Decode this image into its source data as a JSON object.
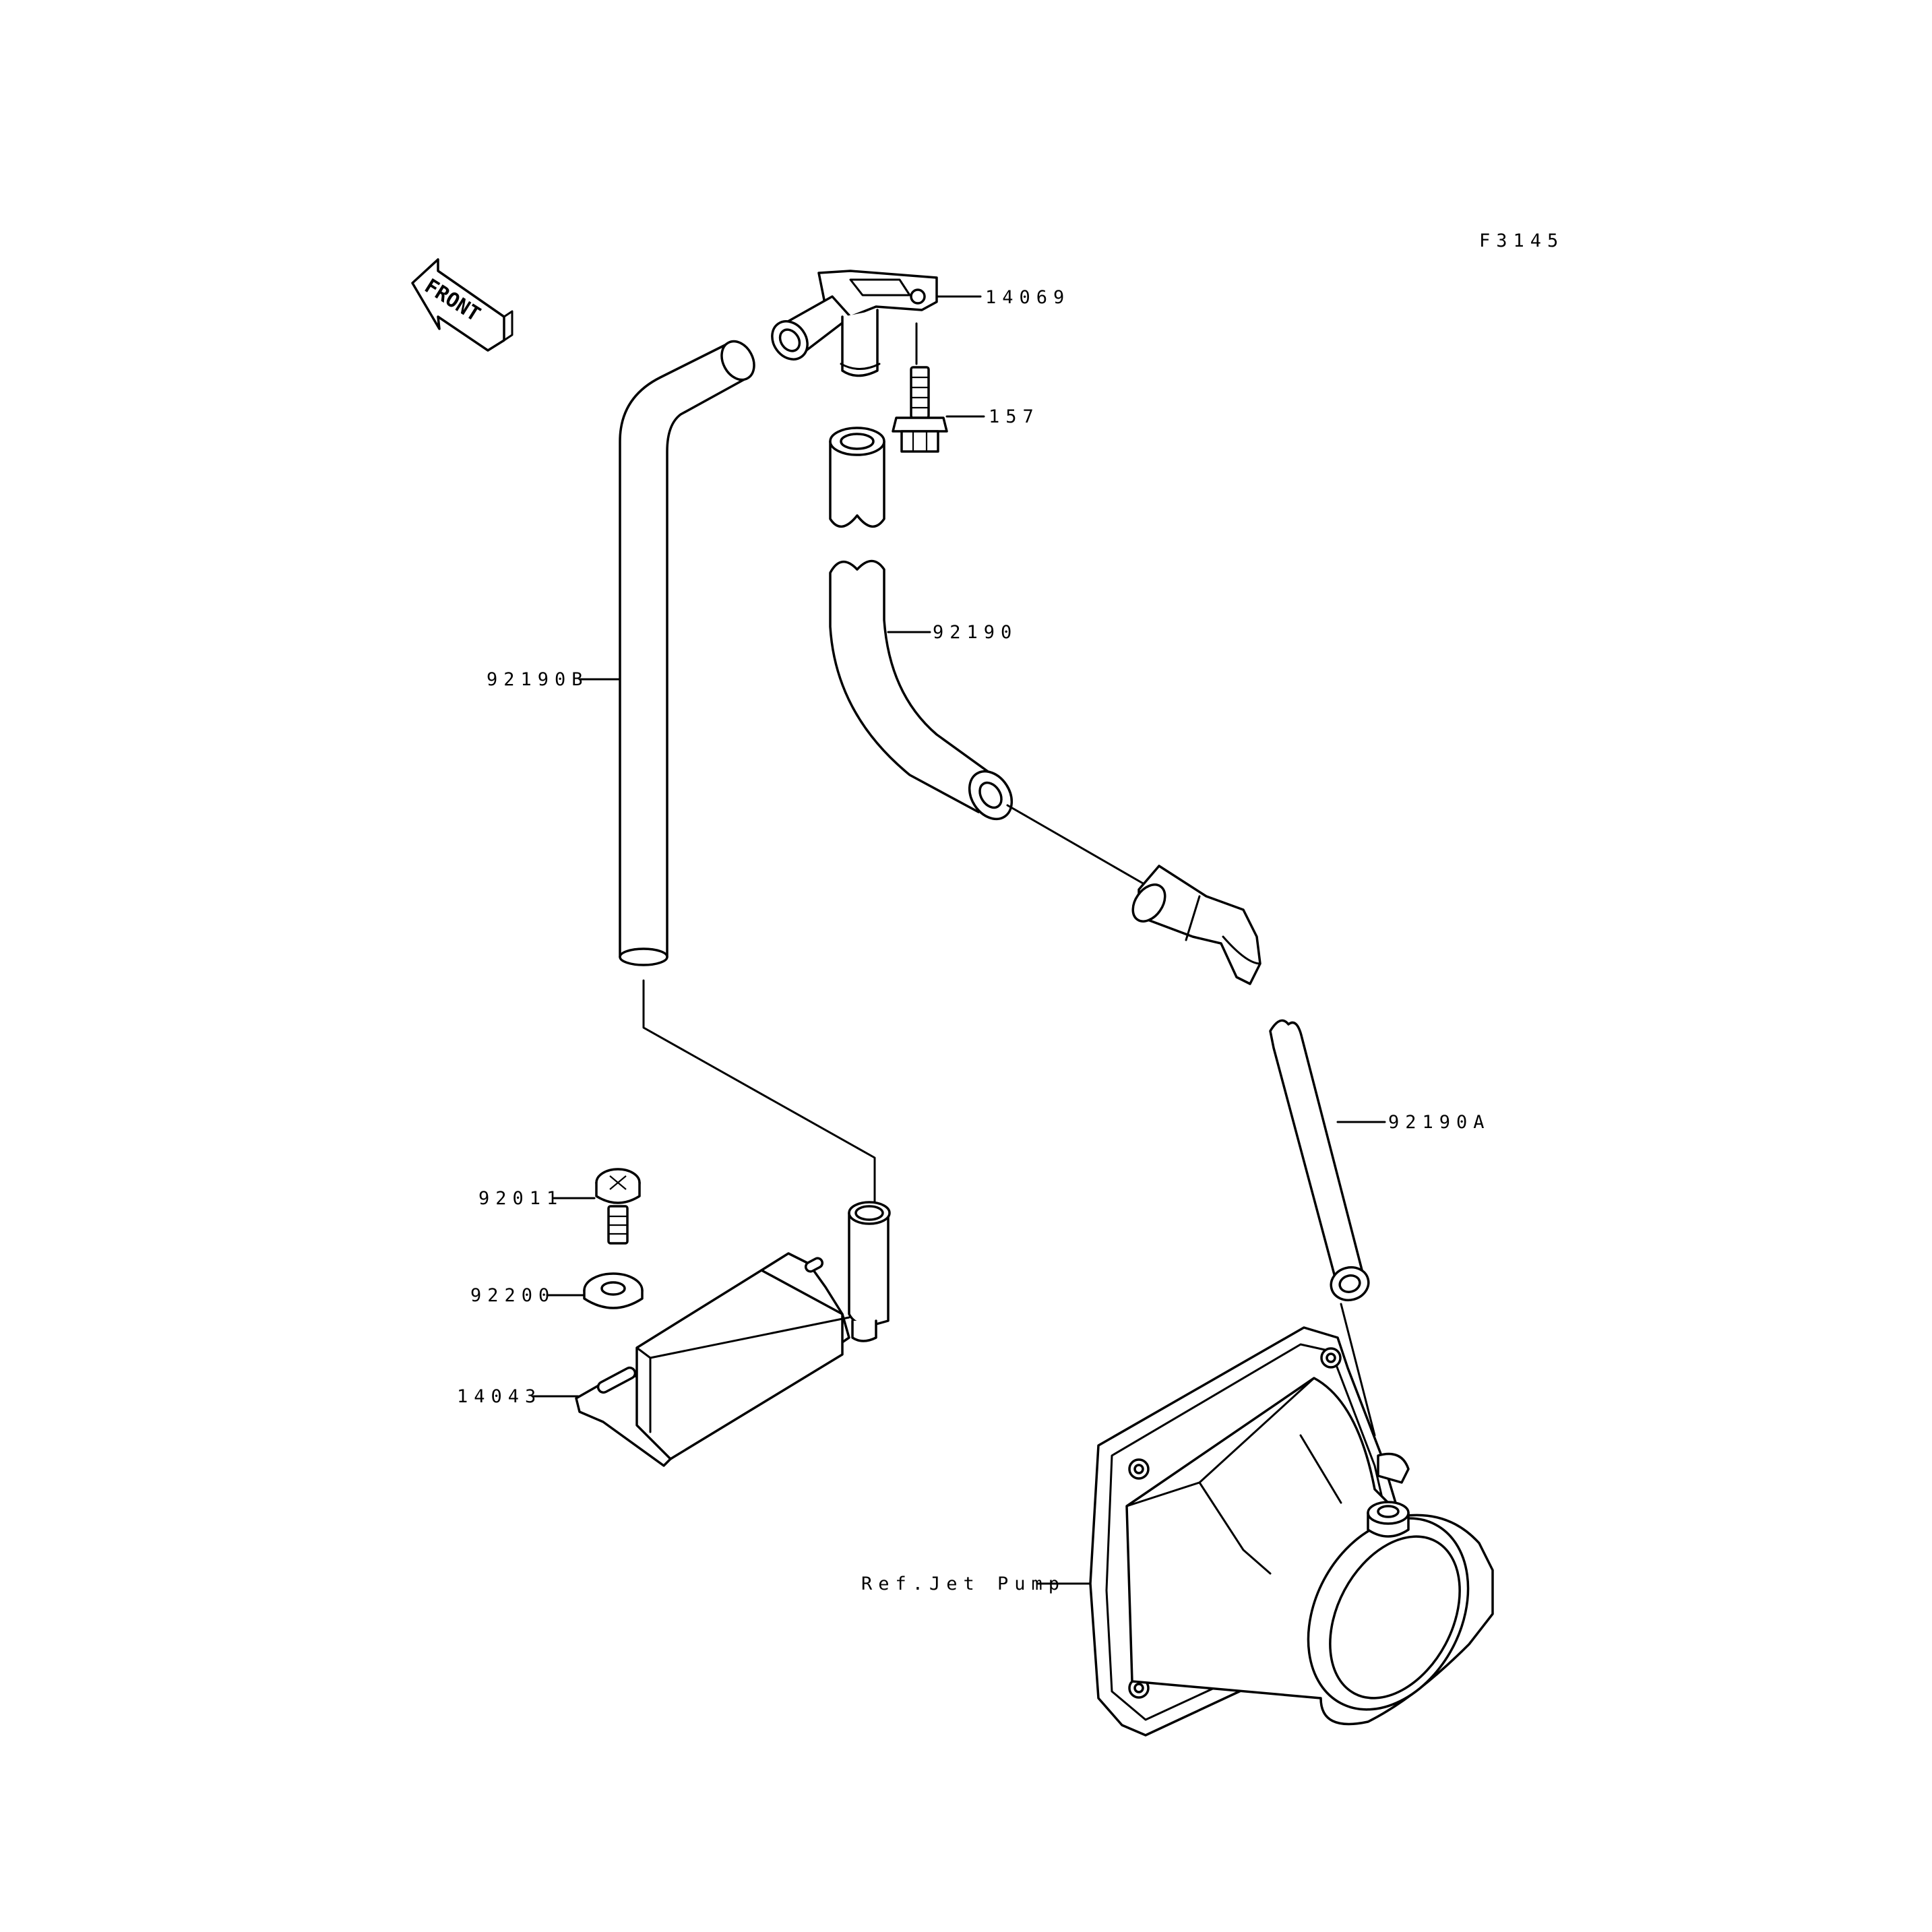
{
  "figure_code": "F3145",
  "front_label": "FRONT",
  "parts": {
    "p14069": "14069",
    "p157": "157",
    "p92190": "92190",
    "p92190B": "92190B",
    "p92190A": "92190A",
    "p92011": "92011",
    "p92200": "92200",
    "p14043": "14043",
    "ref_jet_pump": "Ref.Jet Pump"
  }
}
